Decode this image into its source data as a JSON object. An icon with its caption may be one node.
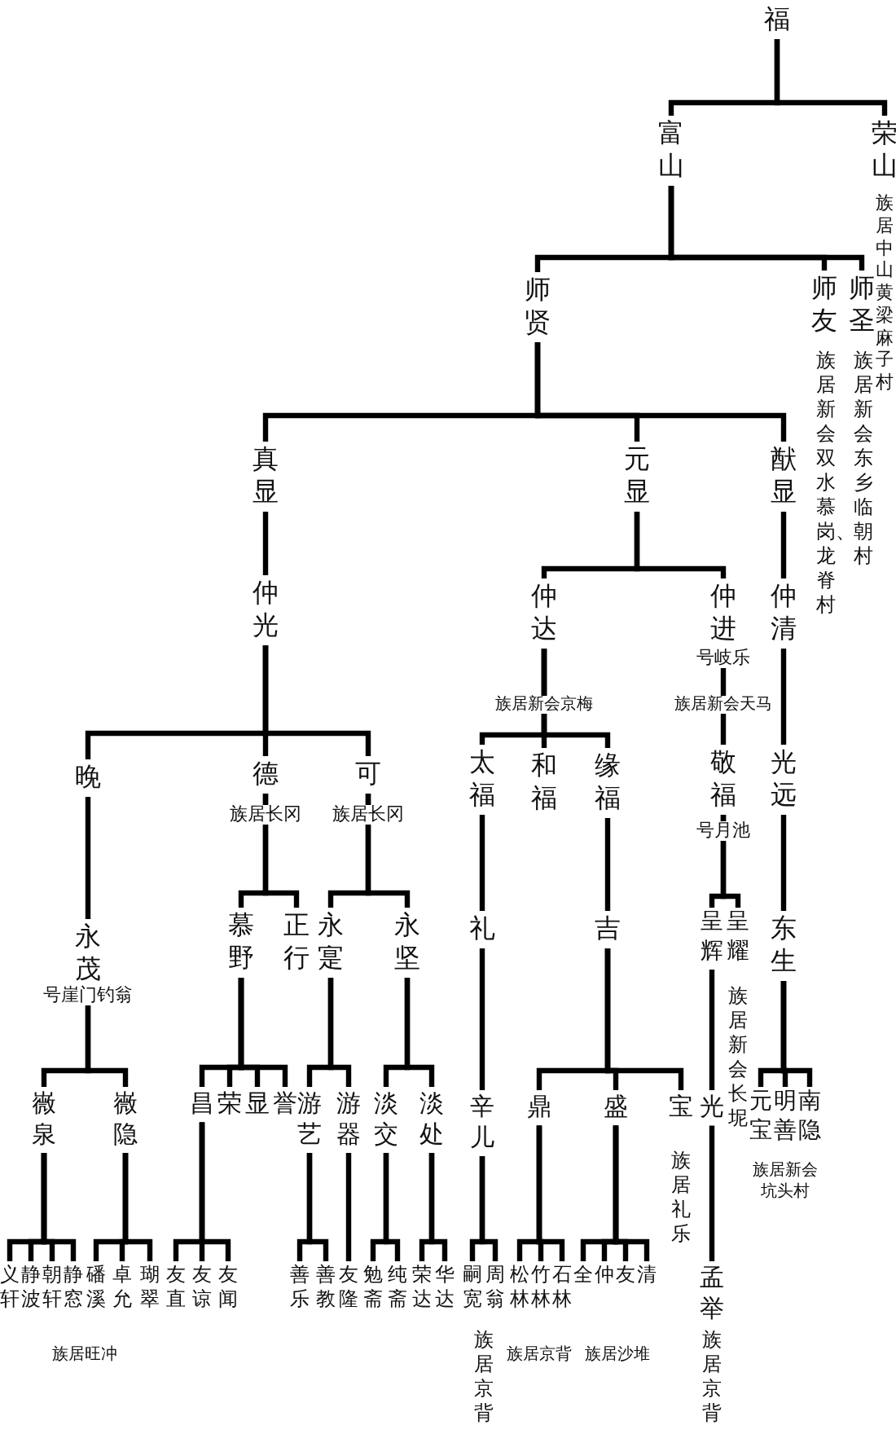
{
  "diagram": {
    "nodes": [
      {
        "text": [
          "福"
        ]
      },
      {
        "text": [
          "富山"
        ]
      },
      {
        "text": [
          "荣山"
        ]
      },
      {
        "text": [
          "师贤"
        ]
      },
      {
        "text": [
          "师友"
        ],
        "beside": [
          "族居新会双水慕岗、龙脊村"
        ]
      },
      {
        "text": [
          "师圣"
        ],
        "beside": [
          "族居新会东乡临朝村"
        ]
      },
      {
        "text": [
          "真显"
        ]
      },
      {
        "text": [
          "元显"
        ]
      },
      {
        "text": [
          "猷显"
        ]
      },
      {
        "text": [
          "仲光"
        ]
      },
      {
        "text": [
          "仲达"
        ],
        "beside": [
          "族居新会京梅"
        ]
      },
      {
        "text": [
          "仲进"
        ],
        "beside": [
          "号岐乐",
          "族居新会天马"
        ]
      },
      {
        "text": [
          "仲清"
        ]
      },
      {
        "text": [
          "晚"
        ]
      },
      {
        "text": [
          "德"
        ],
        "beside": [
          "族居长冈"
        ]
      },
      {
        "text": [
          "可"
        ],
        "beside": [
          "族居长冈"
        ]
      },
      {
        "text": [
          "太福"
        ]
      },
      {
        "text": [
          "和福"
        ]
      },
      {
        "text": [
          "缘福"
        ]
      },
      {
        "text": [
          "敬福"
        ],
        "beside": [
          "号月池"
        ]
      },
      {
        "text": [
          "光远"
        ]
      },
      {
        "text": [
          "永茂"
        ],
        "beside": [
          "号崖门钓翁"
        ]
      },
      {
        "text": [
          "慕野"
        ]
      },
      {
        "text": [
          "正行"
        ]
      },
      {
        "text": [
          "永寔"
        ]
      },
      {
        "text": [
          "永坚"
        ]
      },
      {
        "text": [
          "礼"
        ]
      },
      {
        "text": [
          "吉"
        ]
      },
      {
        "text": [
          "呈辉"
        ]
      },
      {
        "text": [
          "呈耀"
        ]
      },
      {
        "text": [
          "东生"
        ]
      },
      {
        "text": [
          "嶶泉"
        ]
      },
      {
        "text": [
          "嶶隐"
        ]
      },
      {
        "text": [
          "昌"
        ]
      },
      {
        "text": [
          "荣"
        ]
      },
      {
        "text": [
          "显"
        ]
      },
      {
        "text": [
          "誉"
        ]
      },
      {
        "text": [
          "游艺"
        ]
      },
      {
        "text": [
          "游器"
        ]
      },
      {
        "text": [
          "淡交"
        ]
      },
      {
        "text": [
          "淡处"
        ]
      },
      {
        "text": [
          "鼎"
        ]
      },
      {
        "text": [
          "盛"
        ]
      },
      {
        "text": [
          "宝"
        ],
        "beside": [
          "族居礼乐"
        ]
      },
      {
        "text": [
          "光"
        ]
      },
      {
        "text": [
          "元宝"
        ]
      },
      {
        "text": [
          "明善"
        ]
      },
      {
        "text": [
          "南隐"
        ]
      },
      {
        "text": [
          "辛儿"
        ]
      },
      {
        "text": [
          "义轩"
        ]
      },
      {
        "text": [
          "静波"
        ]
      },
      {
        "text": [
          "朝轩"
        ]
      },
      {
        "text": [
          "静窓"
        ]
      },
      {
        "text": [
          "磻溪"
        ]
      },
      {
        "text": [
          "卓允"
        ]
      },
      {
        "text": [
          "瑚翠"
        ]
      },
      {
        "text": [
          "友直"
        ]
      },
      {
        "text": [
          "友谅"
        ]
      },
      {
        "text": [
          "友闻"
        ]
      },
      {
        "text": [
          "善乐"
        ]
      },
      {
        "text": [
          "善教"
        ]
      },
      {
        "text": [
          "友隆"
        ]
      },
      {
        "text": [
          "勉斋"
        ]
      },
      {
        "text": [
          "纯斋"
        ]
      },
      {
        "text": [
          "荣达"
        ]
      },
      {
        "text": [
          "华达"
        ]
      },
      {
        "text": [
          "嗣宽"
        ]
      },
      {
        "text": [
          "周翁"
        ]
      },
      {
        "text": [
          "松林"
        ]
      },
      {
        "text": [
          "竹林"
        ]
      },
      {
        "text": [
          "石林"
        ]
      },
      {
        "text": [
          "全"
        ]
      },
      {
        "text": [
          "仲"
        ]
      },
      {
        "text": [
          "友"
        ]
      },
      {
        "text": [
          "清"
        ]
      },
      {
        "text": [
          "孟举"
        ],
        "beside": [
          "族居京背"
        ]
      }
    ],
    "edges": [
      {
        "from": 0,
        "to": 1,
        "arrow": "none"
      },
      {
        "from": 0,
        "to": 2,
        "arrow": "none"
      },
      {
        "from": 1,
        "to": 3,
        "arrow": "none"
      },
      {
        "from": 1,
        "to": 4,
        "arrow": "none"
      },
      {
        "from": 1,
        "to": 5,
        "arrow": "none"
      },
      {
        "from": 3,
        "to": 6,
        "arrow": "none"
      },
      {
        "from": 3,
        "to": 7,
        "arrow": "none"
      },
      {
        "from": 3,
        "to": 8,
        "arrow": "none"
      },
      {
        "from": 6,
        "to": 9,
        "arrow": "none"
      },
      {
        "from": 7,
        "to": 10,
        "arrow": "none"
      },
      {
        "from": 7,
        "to": 11,
        "arrow": "none"
      },
      {
        "from": 8,
        "to": 12,
        "arrow": "none"
      },
      {
        "from": 9,
        "to": 13,
        "arrow": "none"
      },
      {
        "from": 9,
        "to": 14,
        "arrow": "none"
      },
      {
        "from": 9,
        "to": 15,
        "arrow": "none"
      },
      {
        "from": 10,
        "to": 16,
        "arrow": "none"
      },
      {
        "from": 10,
        "to": 17,
        "arrow": "none"
      },
      {
        "from": 10,
        "to": 18,
        "arrow": "none"
      },
      {
        "from": 11,
        "to": 19,
        "arrow": "none"
      },
      {
        "from": 12,
        "to": 20,
        "arrow": "none"
      },
      {
        "from": 13,
        "to": 21,
        "arrow": "none"
      },
      {
        "from": 14,
        "to": 22,
        "arrow": "none"
      },
      {
        "from": 14,
        "to": 23,
        "arrow": "none"
      },
      {
        "from": 15,
        "to": 24,
        "arrow": "none"
      },
      {
        "from": 15,
        "to": 25,
        "arrow": "none"
      },
      {
        "from": 16,
        "to": 26,
        "arrow": "none"
      },
      {
        "from": 18,
        "to": 27,
        "arrow": "none"
      },
      {
        "from": 19,
        "to": 28,
        "arrow": "none"
      },
      {
        "from": 19,
        "to": 29,
        "arrow": "none"
      },
      {
        "from": 20,
        "to": 30,
        "arrow": "none"
      },
      {
        "from": 21,
        "to": 31,
        "arrow": "none"
      },
      {
        "from": 21,
        "to": 32,
        "arrow": "none"
      },
      {
        "from": 22,
        "to": 33,
        "arrow": "none"
      },
      {
        "from": 22,
        "to": 34,
        "arrow": "none"
      },
      {
        "from": 22,
        "to": 35,
        "arrow": "none"
      },
      {
        "from": 22,
        "to": 36,
        "arrow": "none"
      },
      {
        "from": 24,
        "to": 37,
        "arrow": "none"
      },
      {
        "from": 24,
        "to": 38,
        "arrow": "none"
      },
      {
        "from": 25,
        "to": 39,
        "arrow": "none"
      },
      {
        "from": 25,
        "to": 40,
        "arrow": "none"
      },
      {
        "from": 27,
        "to": 41,
        "arrow": "none"
      },
      {
        "from": 27,
        "to": 42,
        "arrow": "none"
      },
      {
        "from": 27,
        "to": 43,
        "arrow": "none"
      },
      {
        "from": 28,
        "to": 44,
        "arrow": "none"
      },
      {
        "from": 30,
        "to": 45,
        "arrow": "none"
      },
      {
        "from": 30,
        "to": 46,
        "arrow": "none"
      },
      {
        "from": 30,
        "to": 47,
        "arrow": "none"
      },
      {
        "from": 26,
        "to": 48,
        "arrow": "none"
      },
      {
        "from": 31,
        "to": 49,
        "arrow": "none"
      },
      {
        "from": 31,
        "to": 50,
        "arrow": "none"
      },
      {
        "from": 31,
        "to": 51,
        "arrow": "none"
      },
      {
        "from": 31,
        "to": 52,
        "arrow": "none"
      },
      {
        "from": 32,
        "to": 53,
        "arrow": "none"
      },
      {
        "from": 32,
        "to": 54,
        "arrow": "none"
      },
      {
        "from": 32,
        "to": 55,
        "arrow": "none"
      },
      {
        "from": 33,
        "to": 56,
        "arrow": "none"
      },
      {
        "from": 33,
        "to": 57,
        "arrow": "none"
      },
      {
        "from": 33,
        "to": 58,
        "arrow": "none"
      },
      {
        "from": 37,
        "to": 59,
        "arrow": "none"
      },
      {
        "from": 37,
        "to": 60,
        "arrow": "none"
      },
      {
        "from": 38,
        "to": 61,
        "arrow": "none"
      },
      {
        "from": 39,
        "to": 62,
        "arrow": "none"
      },
      {
        "from": 39,
        "to": 63,
        "arrow": "none"
      },
      {
        "from": 40,
        "to": 64,
        "arrow": "none"
      },
      {
        "from": 40,
        "to": 65,
        "arrow": "none"
      },
      {
        "from": 48,
        "to": 66,
        "arrow": "none"
      },
      {
        "from": 48,
        "to": 67,
        "arrow": "none"
      },
      {
        "from": 41,
        "to": 68,
        "arrow": "none"
      },
      {
        "from": 41,
        "to": 69,
        "arrow": "none"
      },
      {
        "from": 41,
        "to": 70,
        "arrow": "none"
      },
      {
        "from": 42,
        "to": 71,
        "arrow": "none"
      },
      {
        "from": 42,
        "to": 72,
        "arrow": "none"
      },
      {
        "from": 42,
        "to": 73,
        "arrow": "none"
      },
      {
        "from": 42,
        "to": 74,
        "arrow": "none"
      },
      {
        "from": 44,
        "to": 75,
        "arrow": "none"
      }
    ],
    "labels": [
      "族居中山黄梁麻子村",
      "族居新会长坭",
      "族居新会坑头村",
      "族居旺冲",
      "族居京背",
      "族居京背",
      "族居沙堆"
    ]
  }
}
